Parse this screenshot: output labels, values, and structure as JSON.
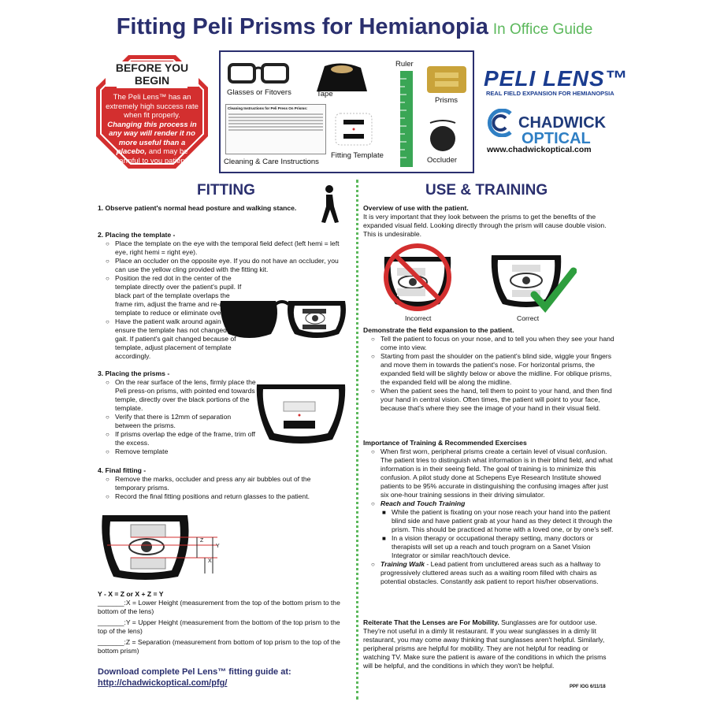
{
  "title": {
    "main": "Fitting Peli Prisms for Hemianopia",
    "sub": "In Office Guide"
  },
  "stop_sign": {
    "heading": "BEFORE YOU BEGIN",
    "body_1": "The Peli Lens™ has an extremely high success rate when fit properly. ",
    "body_2": "Changing this process in any way will render it no more useful than a placebo,",
    "body_3": " and may be harmful to you patient."
  },
  "kit": {
    "glasses": "Glasses or Fitovers",
    "tape": "Tape",
    "ruler": "Ruler",
    "prisms": "Prisms",
    "cleaning": "Cleaning & Care Instructions",
    "template": "Fitting Template",
    "occluder": "Occluder",
    "card_title": "Cleaning Instructions for Peli Press On Prisms:"
  },
  "brand": {
    "peli": "PELI LENS™",
    "peli_sub": "REAL FIELD EXPANSION FOR HEMIANOPSIA",
    "chadwick_1": "CHADWICK",
    "chadwick_2": "OPTICAL",
    "website": "www.chadwickoptical.com"
  },
  "fitting": {
    "heading": "FITTING",
    "step1": "1. Observe patient's normal head posture and walking stance.",
    "step2_head": "2. Placing the template -",
    "step2": [
      "Place the template on the eye with the temporal field defect (left hemi = left eye, right hemi = right eye).",
      "Place an occluder on the opposite eye. If you do not have an occluder, you can use the yellow cling provided with the fitting kit.",
      "Position the red dot in the center of the template directly over the patient's pupil. If black part of the template overlaps the frame rim, adjust the frame and re-apply template to reduce or eliminate overlap.",
      "Have the patient walk around again to ensure the template has not changed their gait. If patient's gait changed because of template, adjust placement of template accordingly."
    ],
    "step3_head": "3. Placing the prisms -",
    "step3": [
      "On the rear surface of the lens, firmly place the Peli press-on prisms, with pointed end towards temple, directly over the black portions of the template.",
      "Verify that there is 12mm of separation between the prisms.",
      "If prisms overlap the edge of the frame, trim off the excess.",
      "Remove template"
    ],
    "step4_head": "4. Final fitting -",
    "step4": [
      "Remove the marks, occluder and press any air bubbles out of the temporary prisms.",
      "Record the final fitting positions and return glasses to the patient."
    ],
    "formula": "Y - X = Z or X + Z = Y",
    "x_line": "_______:X = Lower Height (measurement from the top of the bottom prism to the bottom of the lens)",
    "y_line": "_______:Y = Upper Height (measurement from the bottom of the top prism to the top of the lens)",
    "z_line": "_______:Z = Separation (measurement from bottom of top prism to the top of the bottom prism)",
    "download": "Download complete Pel Lens™ fitting guide at:",
    "url": "http://chadwickoptical.com/pfg/"
  },
  "training": {
    "heading": "USE & TRAINING",
    "overview_head": "Overview of use with the patient.",
    "overview": "It is very important that they look between the prisms to get the benefits of the expanded visual field. Looking directly through the prism will cause double vision. This is undesirable.",
    "incorrect": "Incorrect",
    "correct": "Correct",
    "demo_head": "Demonstrate the field expansion to the patient.",
    "demo": [
      "Tell the patient to focus on your nose, and to tell you when they see your hand come into view.",
      "Starting from past the shoulder on the patient's blind side, wiggle your fingers and move them in towards the patient's nose. For horizontal prisms, the expanded field will be slightly below or above the midline. For oblique prisms, the expanded field will be along the midline.",
      "When the patient sees the hand, tell them to point to your hand, and then find your hand in central vision. Often times, the patient will point to your face, because that's where they see the image of your hand in their visual field."
    ],
    "importance_head": "Importance of Training & Recommended Exercises",
    "importance_1": "When first worn, peripheral prisms create a certain level of visual confusion. The patient tries to distinguish what information is in their blind field, and what information is in their seeing field. The goal of training is to minimize this confusion. A pilot study done at Schepens Eye Research Institute showed patients to be 95% accurate in distinguishing the confusing images after just six one-hour training sessions in their driving simulator.",
    "reach_head": "Reach and Touch Training",
    "reach": [
      "While the patient is fixating on your nose reach your hand into the patient blind side and have patient grab at your hand as they detect it through the prism. This should be practiced at home with a loved one, or by one's self.",
      "In a vision therapy or occupational therapy setting, many doctors or therapists will set up a reach and touch program on a Sanet Vision Integrator or similar reach/touch device."
    ],
    "walk_head": "Training Walk",
    "walk": " - Lead patient from uncluttered areas such as a hallway to progressively cluttered areas such as a waiting room filled with chairs as potential obstacles. Constantly ask patient to report his/her observations.",
    "reiterate_head": "Reiterate That the Lenses are For Mobility.",
    "reiterate": " Sunglasses are for outdoor use. They're not useful in a dimly lit restaurant. If you wear sunglasses in a dimly lit restaurant, you may come away thinking that sunglasses aren't helpful. Similarly, peripheral prisms are helpful for mobility. They are not helpful for reading or watching TV. Make sure the patient is aware of the conditions in which the prisms will be helpful, and the conditions in which they won't be helpful."
  },
  "footer": "PPF IOG 6/11/18",
  "diagram_labels": {
    "z": "Z",
    "x": "X",
    "y": "Y"
  },
  "colors": {
    "navy": "#2a2f6e",
    "green": "#5cb85c",
    "stop_red": "#d32f2f"
  }
}
